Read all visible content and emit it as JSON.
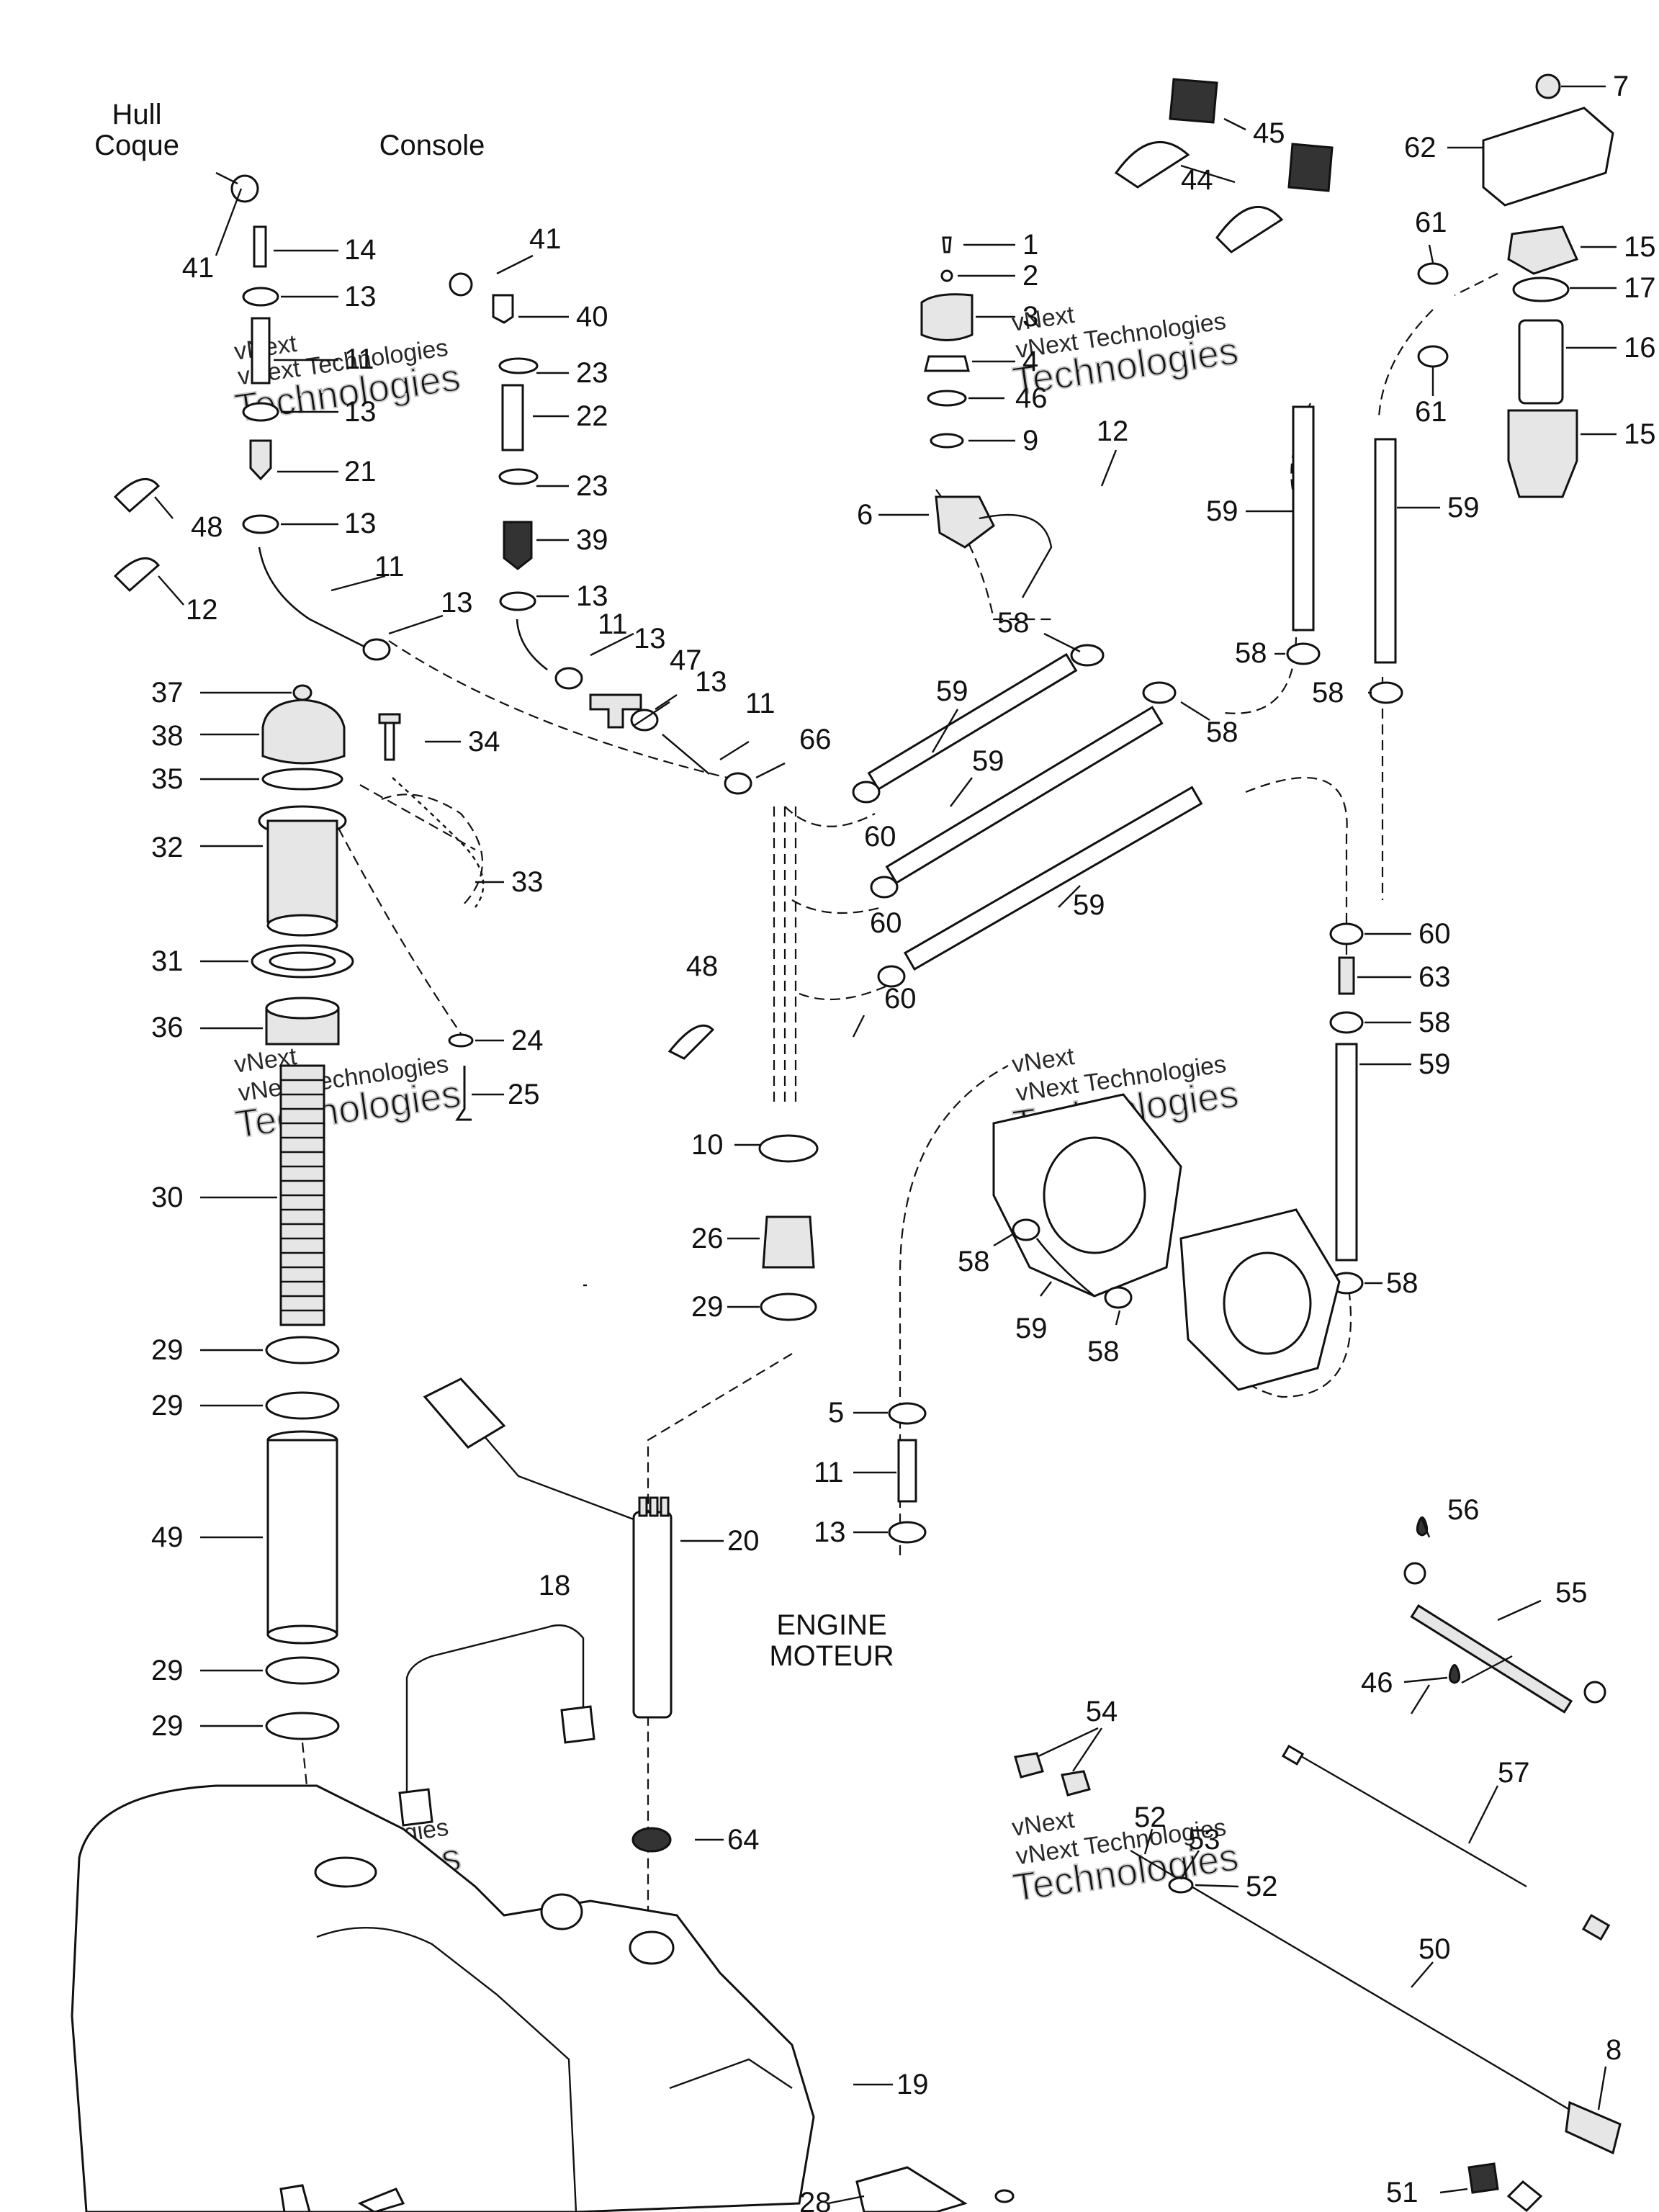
{
  "captions": {
    "hull_en": "Hull",
    "hull_fr": "Coque",
    "console": "Console",
    "engine_en": "ENGINE",
    "engine_fr": "MOTEUR"
  },
  "watermark": {
    "company": "vNext Technologies",
    "word1": "vNext",
    "word2": "Technologies"
  },
  "callouts": [
    "1",
    "2",
    "3",
    "4",
    "5",
    "6",
    "7",
    "8",
    "9",
    "10",
    "11",
    "12",
    "13",
    "14",
    "15",
    "16",
    "17",
    "18",
    "19",
    "20",
    "21",
    "22",
    "23",
    "24",
    "25",
    "26",
    "28",
    "29",
    "30",
    "31",
    "32",
    "33",
    "34",
    "35",
    "36",
    "37",
    "38",
    "39",
    "40",
    "41",
    "44",
    "45",
    "46",
    "47",
    "48",
    "49",
    "50",
    "51",
    "52",
    "53",
    "54",
    "55",
    "56",
    "57",
    "58",
    "59",
    "60",
    "61",
    "62",
    "63",
    "64",
    "66"
  ]
}
